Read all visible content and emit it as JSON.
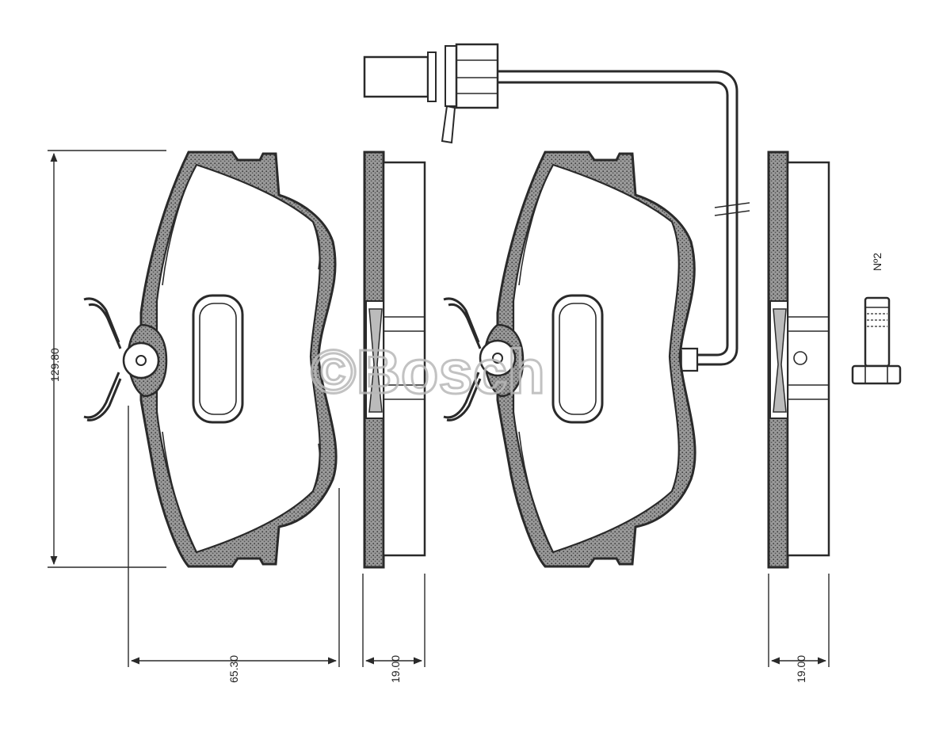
{
  "drawing": {
    "watermark": "©Bosch",
    "dimensions": {
      "height": "129.80",
      "width": "65.30",
      "thickness_left": "19.00",
      "thickness_right": "19.00"
    },
    "part_label": "Nº2"
  }
}
